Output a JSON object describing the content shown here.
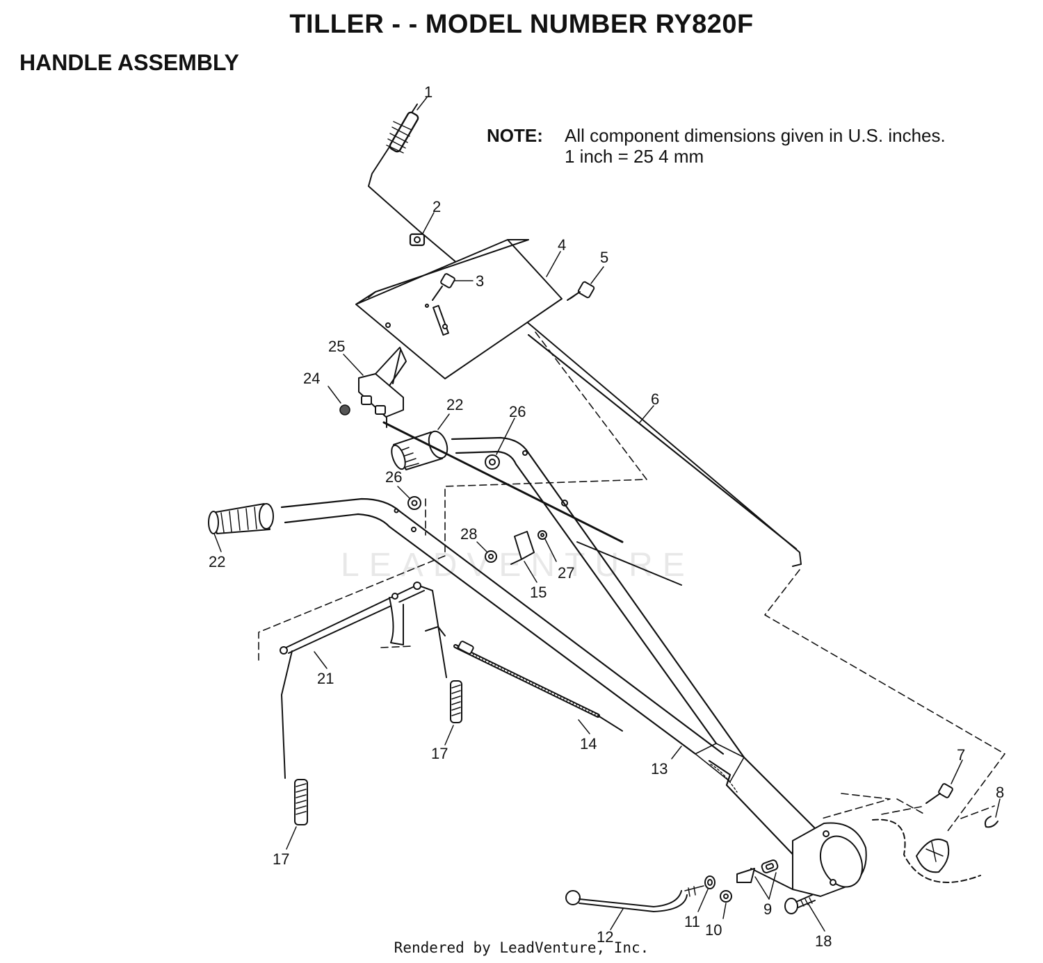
{
  "title": "TILLER - - MODEL NUMBER RY820F",
  "subtitle": "HANDLE ASSEMBLY",
  "note": {
    "label": "NOTE:",
    "line1": "All component dimensions given in U.S. inches.",
    "line2": "1 inch = 25 4 mm"
  },
  "watermark": "LEADVENTURE",
  "footer": "Rendered by LeadVenture, Inc.",
  "callouts": {
    "c1": "1",
    "c2": "2",
    "c3": "3",
    "c4": "4",
    "c5": "5",
    "c6": "6",
    "c7": "7",
    "c8": "8",
    "c9": "9",
    "c10": "10",
    "c11": "11",
    "c12": "12",
    "c13": "13",
    "c14": "14",
    "c15": "15",
    "c17a": "17",
    "c17b": "17",
    "c18": "18",
    "c21": "21",
    "c22a": "22",
    "c22b": "22",
    "c24": "24",
    "c25": "25",
    "c26a": "26",
    "c26b": "26",
    "c27": "27",
    "c28": "28"
  }
}
